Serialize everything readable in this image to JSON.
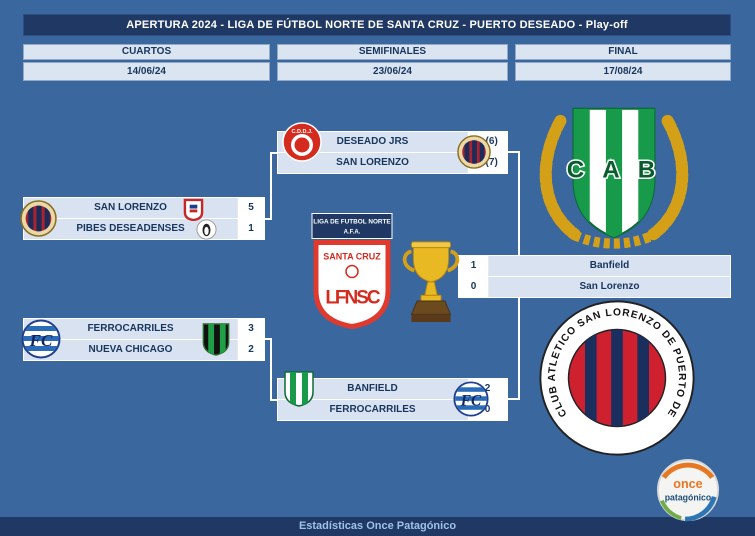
{
  "header": {
    "title": "APERTURA 2024 - LIGA DE FÚTBOL NORTE DE SANTA CRUZ - PUERTO DESEADO - Play-off"
  },
  "columns": [
    {
      "label": "CUARTOS",
      "date": "14/06/24"
    },
    {
      "label": "SEMIFINALES",
      "date": "23/06/24"
    },
    {
      "label": "FINAL",
      "date": "17/08/24"
    }
  ],
  "bracket": {
    "qf1": {
      "home": "SAN LORENZO",
      "home_score": "5",
      "away": "PIBES DESEADENSES",
      "away_score": "1"
    },
    "qf2": {
      "home": "FERROCARRILES",
      "home_score": "3",
      "away": "NUEVA CHICAGO",
      "away_score": "2"
    },
    "sf1": {
      "home": "DESEADO JRS",
      "home_score": "1 (6)",
      "away": "SAN LORENZO",
      "away_score": "1 (7)"
    },
    "sf2": {
      "home": "BANFIELD",
      "home_score": "2",
      "away": "FERROCARRILES",
      "away_score": "0"
    },
    "final": {
      "home": "Banfield",
      "home_score": "1",
      "away": "San Lorenzo",
      "away_score": "0"
    }
  },
  "logos": {
    "banfield_initials": "C A B",
    "san_lorenzo_ring_text": "CLUB ATLETICO SAN LORENZO DE PUERTO DESEADO",
    "league_banner_line1": "LIGA DE FUTBOL NORTE",
    "league_banner_line2": "A.F.A.",
    "league_region": "SANTA CRUZ",
    "league_monogram": "LFNSC",
    "cadj_text": "C.D.D.J.",
    "fc_text": "FC",
    "once_line1": "once",
    "once_line2": "patagónico"
  },
  "footer": {
    "text": "Estadísticas Once Patagónico"
  },
  "colors": {
    "background": "#39679e",
    "panel_navy": "#1f3864",
    "row_fill": "#d9e2f0",
    "text_navy": "#17365d",
    "footer_text": "#9dc3e6",
    "gold": "#d4a017",
    "banfield_green": "#179a49",
    "san_lorenzo_red": "#c0392b"
  }
}
